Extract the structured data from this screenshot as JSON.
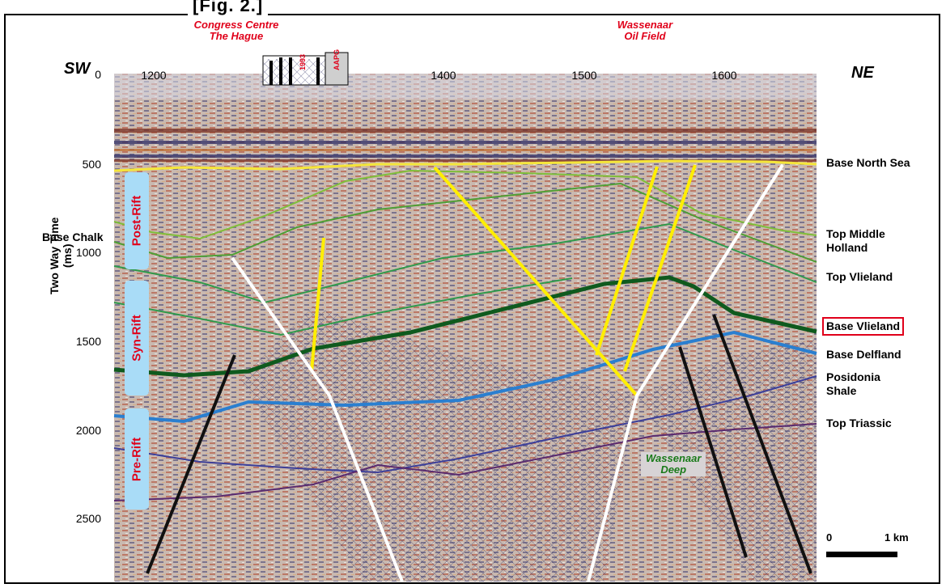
{
  "figure": {
    "label": "[Fig. 2.]",
    "orientation": {
      "left": "SW",
      "right": "NE"
    },
    "locations": [
      {
        "name": "Congress Centre\nThe Hague"
      },
      {
        "name": "Wassenaar\nOil Field"
      }
    ],
    "building_signs": [
      "1993",
      "AAPG"
    ],
    "x_ticks": [
      "1200",
      "1400",
      "1500",
      "1600"
    ],
    "y_axis": {
      "label": "Two Way Time\n(ms)",
      "ticks": [
        "0",
        "500",
        "1000",
        "1500",
        "2000",
        "2500"
      ]
    },
    "phases": [
      "Post-Rift",
      "Syn-Rift",
      "Pre-Rift"
    ],
    "left_annotation": "Base Chalk",
    "horizons": [
      {
        "name": "Base North Sea",
        "color": "#f5e63a"
      },
      {
        "name": "Top Middle\nHolland",
        "color": "#7fbf3a"
      },
      {
        "name": "Top Vlieland",
        "color": "#2f9a4c"
      },
      {
        "name": "Base Vlieland",
        "color": "#0f5a1e",
        "highlighted": true
      },
      {
        "name": "Base Delfland",
        "color": "#2a7fd0"
      },
      {
        "name": "Posidonia\nShale",
        "color": "#3c3f9a"
      },
      {
        "name": "Top Triassic",
        "color": "#5a2a6e"
      }
    ],
    "structure_label": "Wassenaar\nDeep",
    "scale_bar": {
      "start": "0",
      "end": "1 km"
    },
    "colors": {
      "fault_yellow": "#ffee00",
      "fault_white": "#ffffff",
      "fault_black": "#111111",
      "highlight": "#e0001a",
      "phase_fill": "#a9dcf7"
    }
  }
}
